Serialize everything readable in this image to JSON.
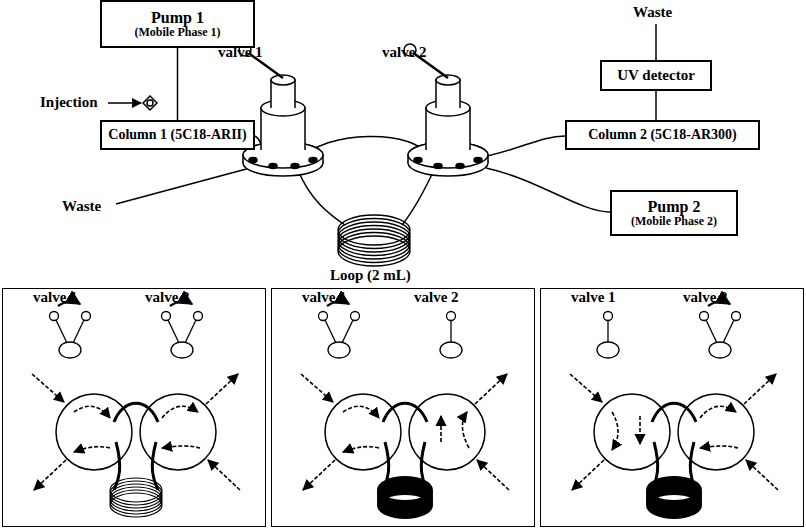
{
  "diagram": {
    "nodes": [
      {
        "text": [
          "Pump 1",
          "(Mobile Phase 1)"
        ]
      },
      {
        "text": [
          "Column 1 (5C18-ARII)"
        ]
      },
      {
        "text": [
          "UV detector"
        ]
      },
      {
        "text": [
          "Column 2 (5C18-AR300)"
        ]
      },
      {
        "text": [
          "Pump 2",
          "(Mobile Phase 2)"
        ]
      },
      {
        "text": [
          "valve 1",
          "valve 2"
        ]
      },
      {
        "text": [
          "valve 1",
          "valve 2"
        ]
      },
      {
        "text": [
          "valve 1",
          "valve 2"
        ]
      }
    ],
    "edges": [
      {
        "from": 0,
        "to": 1,
        "arrow": "none"
      },
      {
        "from": 3,
        "to": 2,
        "arrow": "none"
      }
    ],
    "labels": [
      "Injection",
      "Waste",
      "Waste",
      "valve 1",
      "valve 2",
      "Loop (2 mL)"
    ]
  }
}
